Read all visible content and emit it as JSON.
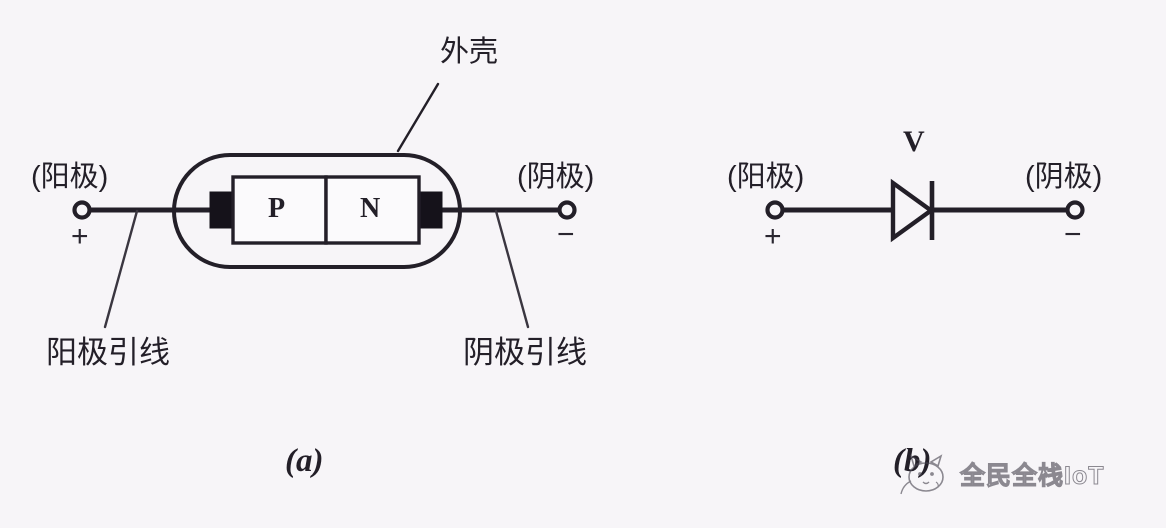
{
  "figure": {
    "background_color": "#f7f5f8",
    "ink_color": "#231f28",
    "panels": [
      {
        "caption": "(a)",
        "description": "Semiconductor diode physical construction with PN junction inside a casing",
        "labels": {
          "shell": "外壳",
          "anode_terminal": "(阳极)",
          "cathode_terminal": "(阴极)",
          "anode_sign": "+",
          "cathode_sign": "−",
          "anode_lead": "阳极引线",
          "cathode_lead": "阴极引线",
          "p_region": "P",
          "n_region": "N"
        }
      },
      {
        "caption": "(b)",
        "description": "Diode circuit schematic symbol",
        "labels": {
          "symbol_designator": "V",
          "anode_terminal": "(阳极)",
          "cathode_terminal": "(阴极)",
          "anode_sign": "+",
          "cathode_sign": "−"
        }
      }
    ]
  },
  "watermark": {
    "text": "全民全栈IoT",
    "icon": "cat-face-icon"
  }
}
